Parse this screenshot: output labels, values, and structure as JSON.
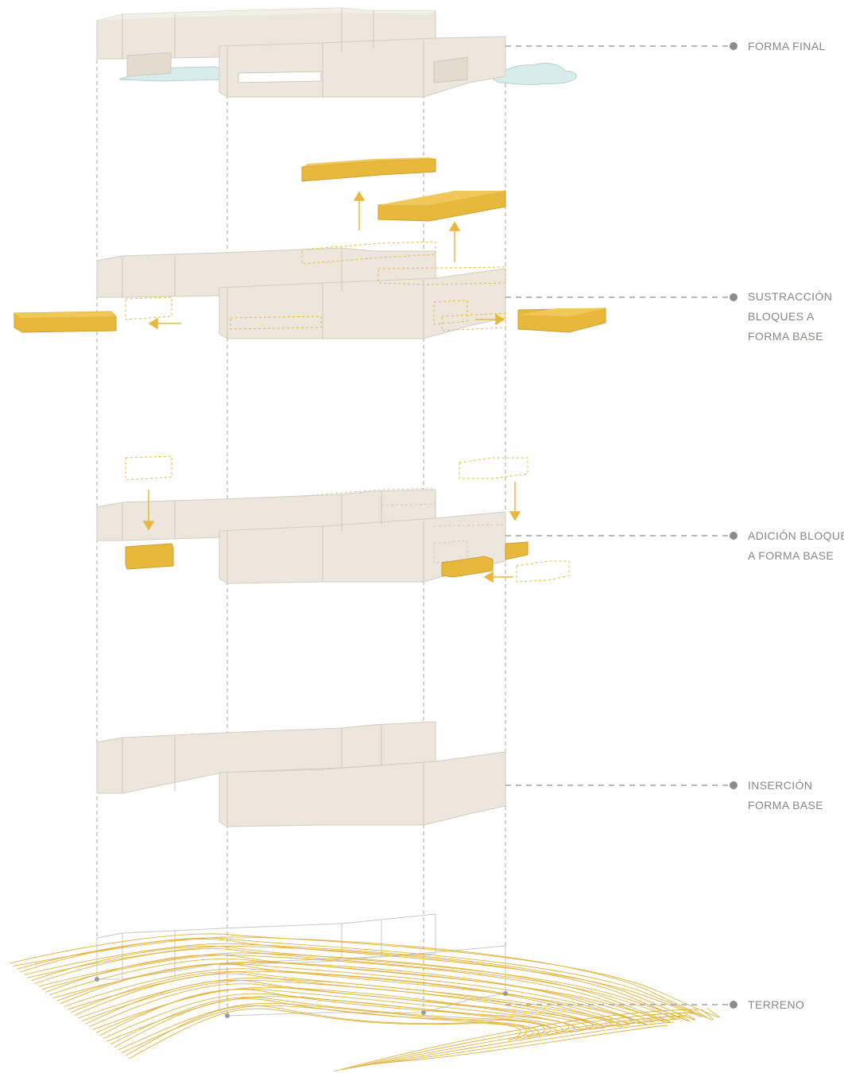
{
  "colors": {
    "mass_fill": "#ede6dc",
    "mass_side": "#e5ddd1",
    "mass_edge": "#c8c2b9",
    "accent": "#e8b83d",
    "accent_dark": "#cf9e2a",
    "guide": "#9a9a9a",
    "dot": "#8c8c8c",
    "water": "#d9ecec",
    "contour": "#e3b23c"
  },
  "icons": {
    "leader_dot": "filled-circle",
    "move_arrow": "arrow"
  },
  "labels": [
    {
      "id": "forma-final",
      "lines": [
        "FORMA FINAL"
      ]
    },
    {
      "id": "sustraccion",
      "lines": [
        "SUSTRACCIÓN",
        "BLOQUES A",
        "FORMA BASE"
      ]
    },
    {
      "id": "adicion",
      "lines": [
        "ADICIÓN BLOQUES",
        "A FORMA BASE"
      ]
    },
    {
      "id": "insercion",
      "lines": [
        "INSERCIÓN",
        "FORMA BASE"
      ]
    },
    {
      "id": "terreno",
      "lines": [
        "TERRENO"
      ]
    }
  ]
}
